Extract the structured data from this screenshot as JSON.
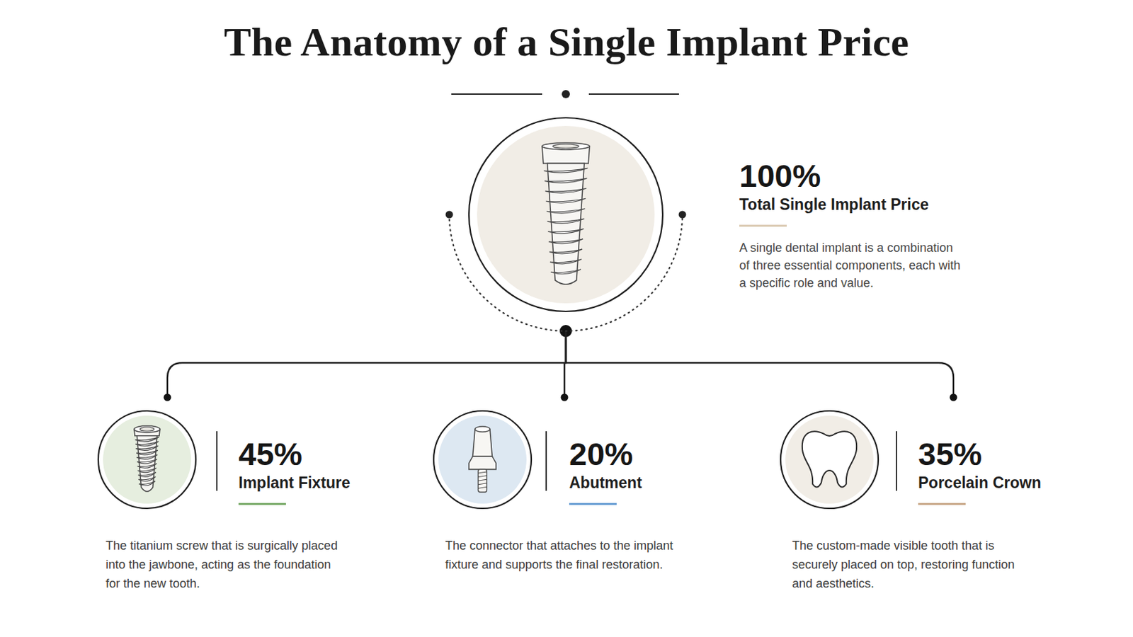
{
  "diagram": {
    "title": "The Anatomy of a Single Implant Price",
    "nodes": [
      {
        "text": [
          "100%",
          "Total Single Implant Price",
          "A single dental implant is a combination of three essential components, each with a specific role and value."
        ]
      },
      {
        "text": [
          "45%",
          "Implant Fixture",
          "The titanium screw that is surgically placed into the jawbone, acting as the foundation for the new tooth."
        ]
      },
      {
        "text": [
          "20%",
          "Abutment",
          "The connector that attaches to the implant fixture and supports the final restoration."
        ]
      },
      {
        "text": [
          "35%",
          "Porcelain Crown",
          "The custom-made visible tooth that is securely placed on top, restoring function and aesthetics."
        ]
      }
    ],
    "edges": [
      {
        "from": 0,
        "to": 1,
        "arrow": "none"
      },
      {
        "from": 0,
        "to": 2,
        "arrow": "none"
      },
      {
        "from": 0,
        "to": 3,
        "arrow": "none"
      }
    ]
  }
}
